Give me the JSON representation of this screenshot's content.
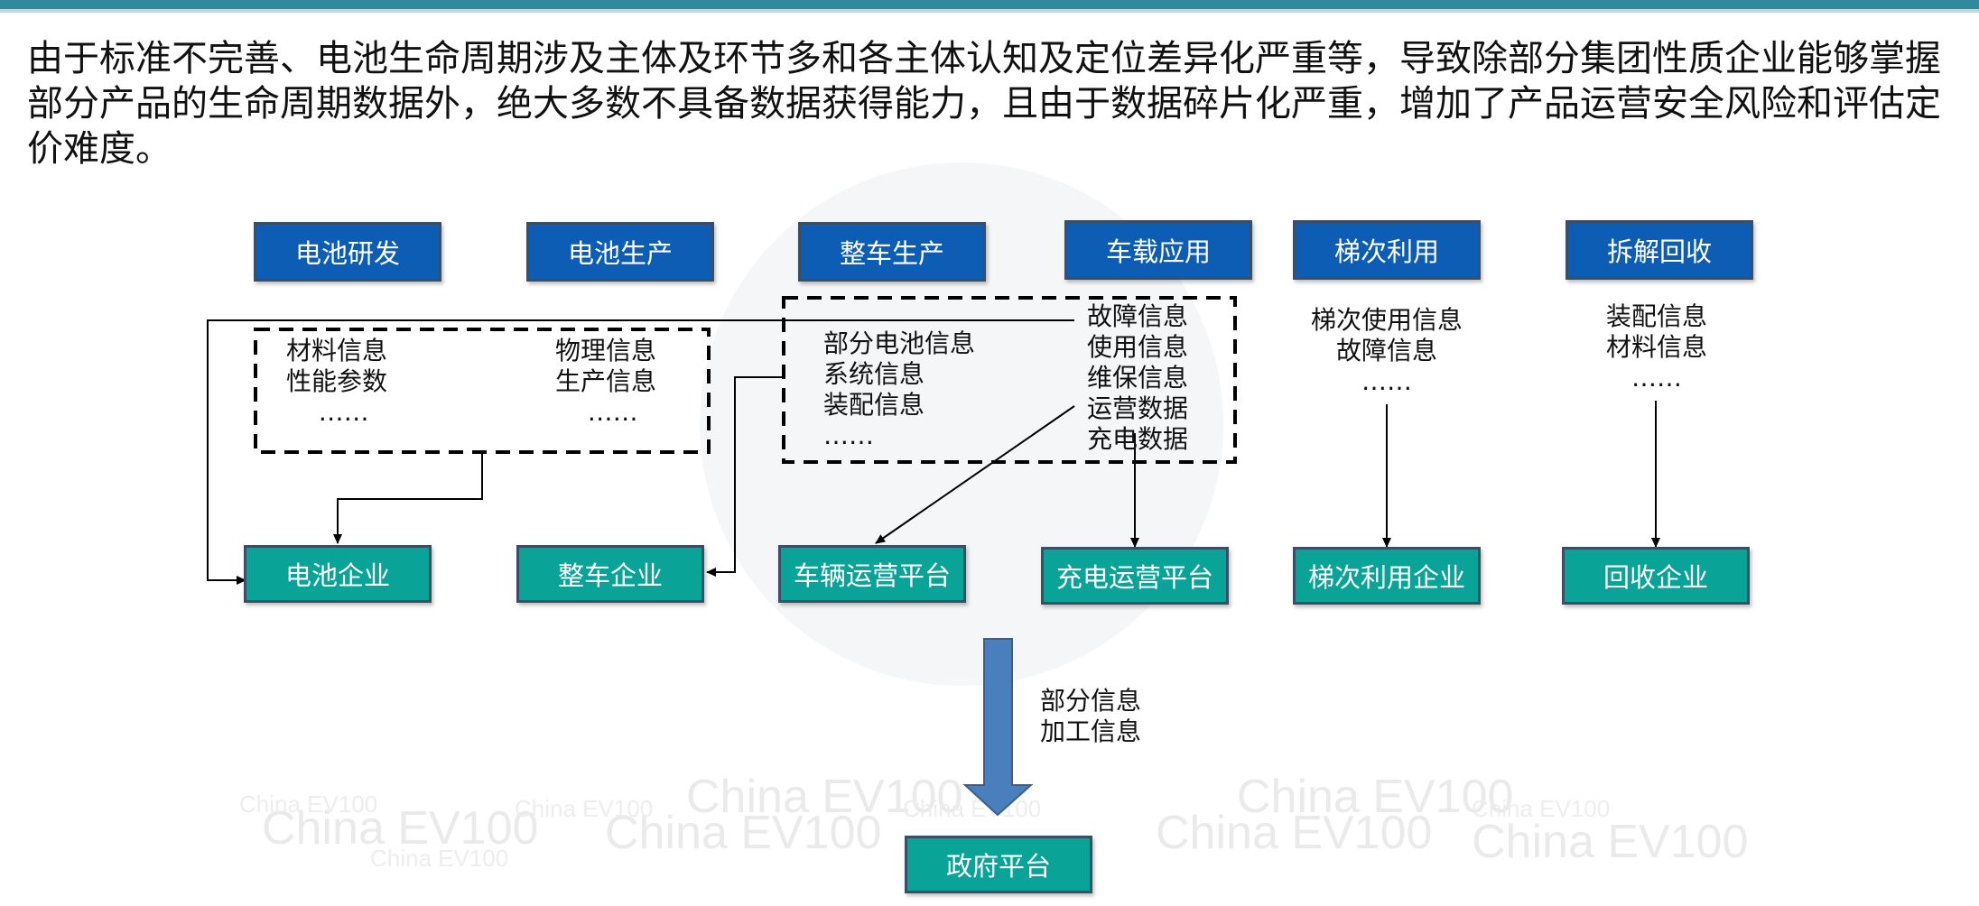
{
  "intro": "由于标准不完善、电池生命周期涉及主体及环节多和各主体认知及定位差异化严重等，导致除部分集团性质企业能够掌握部分产品的生命周期数据外，绝大多数不具备数据获得能力，且由于数据碎片化严重，增加了产品运营安全风险和评估定价难度。",
  "stages": [
    "电池研发",
    "电池生产",
    "整车生产",
    "车载应用",
    "梯次利用",
    "拆解回收"
  ],
  "info": {
    "research": "材料信息\n性能参数\n    ……",
    "production": "物理信息\n生产信息\n    ……",
    "vehicle": "部分电池信息\n系统信息\n装配信息\n……",
    "application": "故障信息\n使用信息\n维保信息\n运营数据\n充电数据",
    "cascade": "梯次使用信息\n故障信息\n……",
    "recycle": "装配信息\n材料信息\n……"
  },
  "orgs": [
    "电池企业",
    "整车企业",
    "车辆运营平台",
    "充电运营平台",
    "梯次利用企业",
    "回收企业"
  ],
  "flow_label": "部分信息\n加工信息",
  "government": "政府平台",
  "watermark": "China EV100",
  "colors": {
    "stage_box": "#0d5db5",
    "org_box": "#0aa398",
    "big_arrow": "#4a7fbd",
    "top_bar": "#2f8a9c"
  }
}
